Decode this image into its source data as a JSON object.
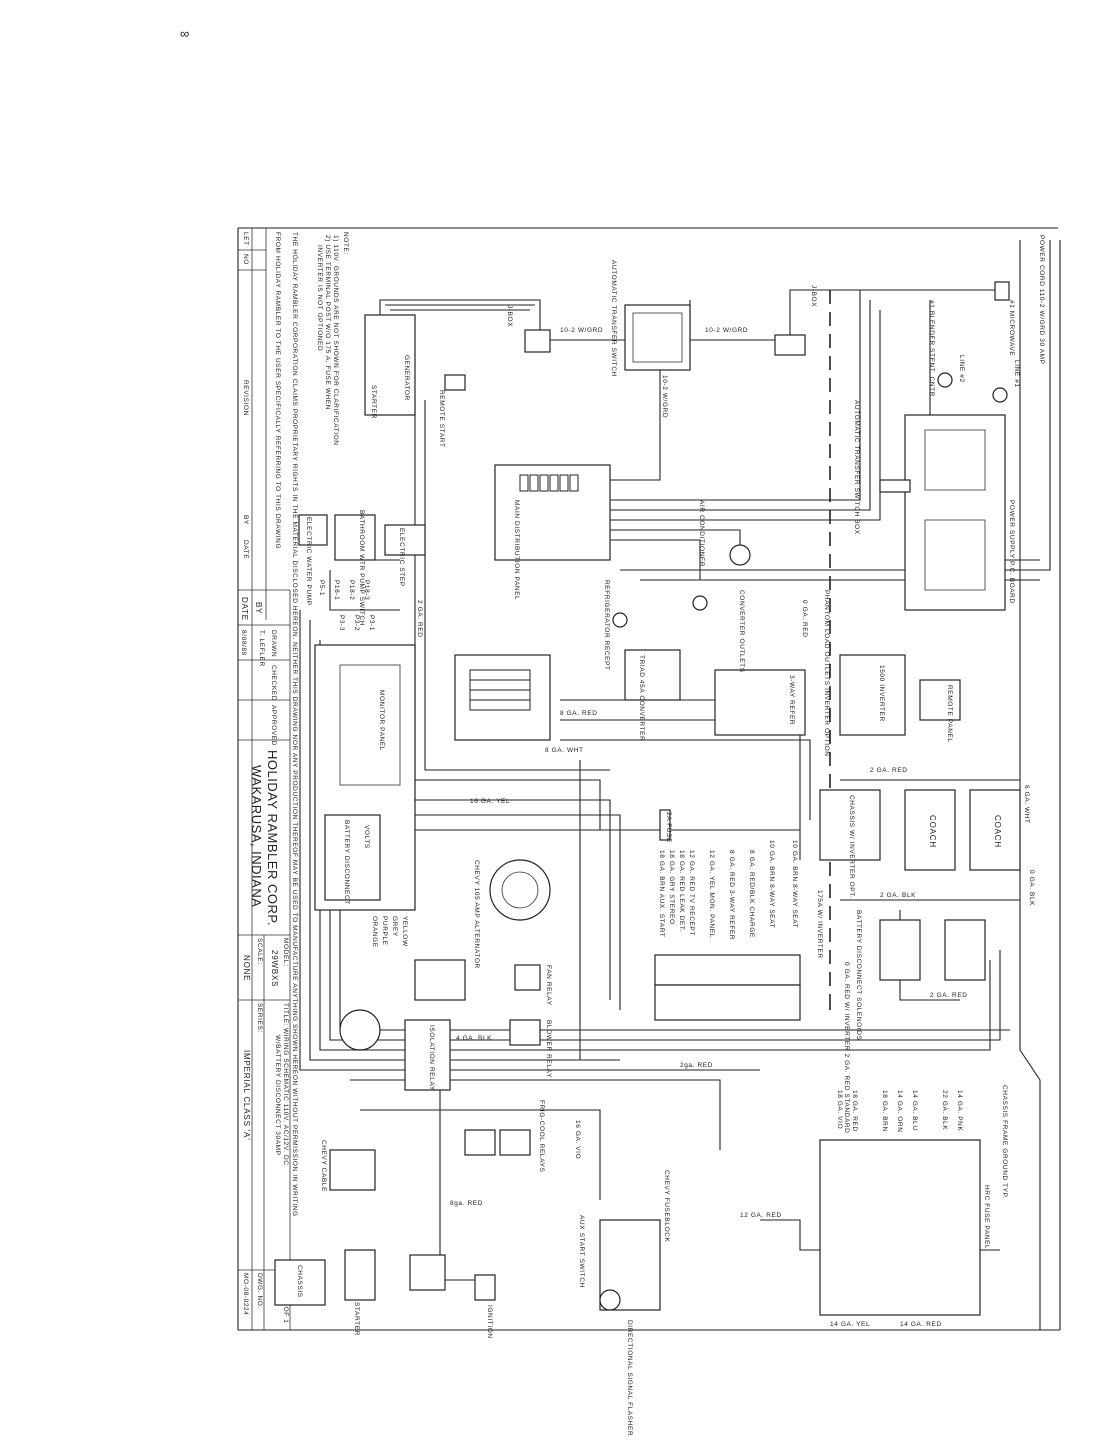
{
  "corner_mark": "∞",
  "title_block": {
    "company": "HOLIDAY RAMBLER CORP.",
    "location": "WAKARUSA, INDIANA",
    "model_label": "MODEL:",
    "model": "29WBXS",
    "scale_label": "SCALE:",
    "scale": "NONE",
    "title_label": "TITLE:",
    "title": "WIRING SCHEMATIC 110V. AC/12V. DC",
    "title_line2": "W/BATTERY DISCONNECT 30AMP",
    "series_label": "SERIES:",
    "series": "IMPERIAL CLASS 'A'",
    "sheet": "SHEET 1 OF 1",
    "dwg_label": "DWG. NO.",
    "dwg_no": "MO-08-0224",
    "date_label": "DATE",
    "date": "8/08/89",
    "by_label": "BY",
    "drawn_label": "DRAWN",
    "drawn_by": "T. LEFLER",
    "checked_label": "CHECKED",
    "approved_label": "APPROVED",
    "revision_label": "REVISION",
    "let_label": "LET",
    "no_label": "NO",
    "rev_by": "BY",
    "rev_date": "DATE"
  },
  "notes": {
    "heading": "NOTE:",
    "note1": "1) 110V. GROUNDS ARE NOT SHOWN FOR CLARIFICATION",
    "note2": "2) USE TERMINAL POST W/O 175 A. FUSE WHEN",
    "note2b": "INVERTER IS NOT OPTIONED",
    "proprietary1": "THE HOLIDAY RAMBLER CORPORATION CLAIMS PROPRIETARY RIGHTS IN THE MATERIAL DISCLOSED HEREON. NEITHER THIS DRAWING NOR ANY PRODUCTION THEREOF MAY BE USED TO MANUFACTURE ANYTHING SHOWN HEREON WITHOUT PERMISSION IN WRITING",
    "proprietary2": "FROM HOLIDAY RAMBLER TO THE USER SPECIFICALLY REFERRING TO THIS DRAWING"
  },
  "components": {
    "power_cord": "POWER CORD 110-2 W/GRD 30 AMP",
    "microwave": "#1 MICROWAVE",
    "blender": "#1 BLENDER STENT. CNTR",
    "line1": "LINE #1",
    "line2": "LINE #2",
    "jbox1": "J-BOX",
    "jbox2": "J-BOX",
    "ats": "AUTOMATIC TRANSFER SWITCH",
    "ats_box": "AUTOMATIC TRANSFER SWITCH BOX",
    "power_supply": "POWER SUPPLY P.C. BOARD",
    "generator": "GENERATOR",
    "starter_tag": "STARTER",
    "remote_start": "REMOTE START",
    "main_panel": "MAIN DISTRIBUTION PANEL",
    "air_conditioner": "AIR CONDITIONER",
    "converter": "TRIAD 45A CONVERTER",
    "refer": "3-WAY REFER",
    "inverter": "1500 INVERTER",
    "remote_panel": "REMOTE PANEL",
    "coach1": "COACH",
    "coach2": "COACH",
    "chassis_batt": "CHASSIS W/ INVERTER OPT.",
    "batt_disconnect": "BATTERY DISCONNECT SOLENOIDS",
    "fuse_panel": "HRC FUSE PANEL",
    "frame_ground": "CHASSIS FRAME GROUND TYP.",
    "monitor_panel": "MONITOR PANEL",
    "batt_disc_switch": "BATTERY DISCONNECT",
    "volts": "VOLTS",
    "alternator": "CHEVY 105 AMP ALTERNATOR",
    "isolation_relay": "ISOLATION RELAY",
    "blower_relay": "BLOWER RELAY",
    "fan_relay": "FAN RELAY",
    "frig_relays": "FRIG-COOL RELAYS",
    "fuseblock": "CHEVY FUSEBLOCK",
    "starter": "STARTER",
    "chassis": "CHASSIS",
    "ignition": "IGNITION",
    "aux_start": "AUX START SWITCH",
    "flasher": "DIRECTIONAL SIGNAL FLASHER",
    "water_pump": "ELECTRIC WATER PUMP",
    "pump_switch": "BATHROOM WTR PUMP SWITCH",
    "electric_step": "ELECTRIC STEP",
    "phantom": "PHANTOM LOAD OUTLETS INVERTER OPTION",
    "tv_outlets": "CONVERTER OUTLETS",
    "frig_recept": "REFRIGERATOR RECEPT"
  },
  "wires": {
    "w1": "10-2 W/GRD",
    "w2": "10-2 W/GRD",
    "w3": "10-2 W/GRD",
    "w4": "2 GA. RED",
    "w5": "8 GA. RED",
    "w6": "8 GA. WHT",
    "w7": "16 GA. YEL",
    "w8": "0 GA. RED",
    "w9": "2 GA. RED",
    "w10": "2 GA. BLK",
    "w11": "6 GA. WHT",
    "w12": "0 GA. BLK",
    "w13": "2 GA. RED",
    "w14": "2ga. RED",
    "w15": "8ga. RED",
    "w16": "16 GA. VIO",
    "w17": "12 GA. RED",
    "w18": "14 GA. YEL",
    "w19": "14 GA. RED",
    "w20": "4 GA. BLK",
    "w21": "YELLOW",
    "w22": "GREY",
    "w23": "PURPLE",
    "w24": "ORANGE",
    "w25": "CHEVY CABLE",
    "w26": "0 GA. RED W/ INVERTER 2 GA. RED STANDARD",
    "w27": "175A W/ INVERTER",
    "fuse_2a": "2A FUSE"
  },
  "circuits": [
    "10 GA. BRN 8-WAY SEAT",
    "10 GA. BRN 8-WAY SEAT",
    "8 GA. RED/BLK CHARGE",
    "8 GA. RED 3-WAY REFER",
    "12 GA. YEL MON. PANEL",
    "12 GA. RED TV RECEPT",
    "18 GA. RED LEAK DET.",
    "18 GA. GRY STEREO",
    "18 GA. BRN AUX. START"
  ],
  "fuse_circuits": [
    "14 GA. PNK",
    "22 GA. BLK",
    "14 GA. BLU",
    "14 GA. ORN",
    "18 GA. BRN",
    "18 GA. RED",
    "18 GA. VIO"
  ],
  "plug_labels": [
    "P5-1",
    "P18-3",
    "P18-1",
    "P18-2",
    "P3-1",
    "P3-2",
    "P3-3"
  ]
}
